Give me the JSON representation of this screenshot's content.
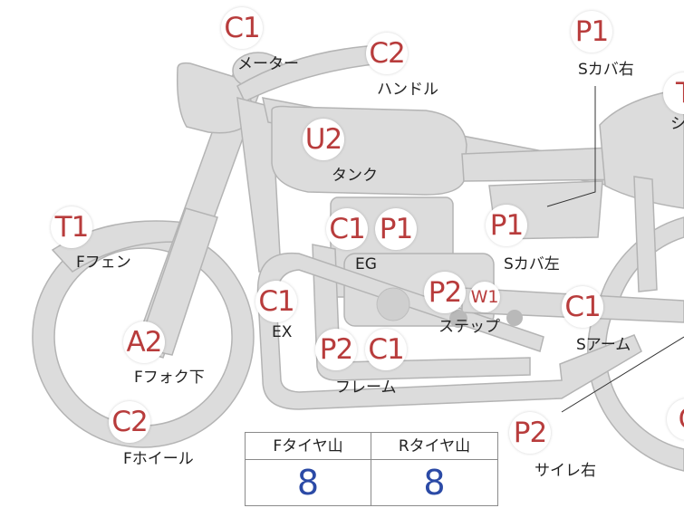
{
  "colors": {
    "body_fill": "#dcdcdc",
    "body_stroke": "#b4b4b4",
    "grade_text": "#b83c3c",
    "value_text": "#2b4aa6"
  },
  "grades": {
    "meter": "C1",
    "handle": "C2",
    "side_cover_right": "P1",
    "seat_partial": "T",
    "tank": "U2",
    "engine_c": "C1",
    "engine_p": "P1",
    "side_cover_left": "P1",
    "front_fender": "T1",
    "exhaust": "C1",
    "step_p": "P2",
    "step_w": "W1",
    "swing_arm": "C1",
    "front_fork": "A2",
    "frame_p": "P2",
    "frame_c": "C1",
    "front_wheel": "C2",
    "silencer_right": "P2",
    "rear_partial": "C"
  },
  "parts": {
    "meter": "メーター",
    "handle": "ハンドル",
    "side_cover_right": "Sカバ右",
    "seat_partial": "シ",
    "tank": "タンク",
    "engine": "EG",
    "side_cover_left": "Sカバ左",
    "front_fender": "Fフェン",
    "exhaust": "EX",
    "step": "ステップ",
    "swing_arm": "Sアーム",
    "front_fork": "Fフォク下",
    "frame": "フレーム",
    "front_wheel": "Fホイール",
    "silencer_right": "サイレ右"
  },
  "tire_table": {
    "front_header": "Fタイヤ山",
    "rear_header": "Rタイヤ山",
    "front_value": "8",
    "rear_value": "8"
  }
}
